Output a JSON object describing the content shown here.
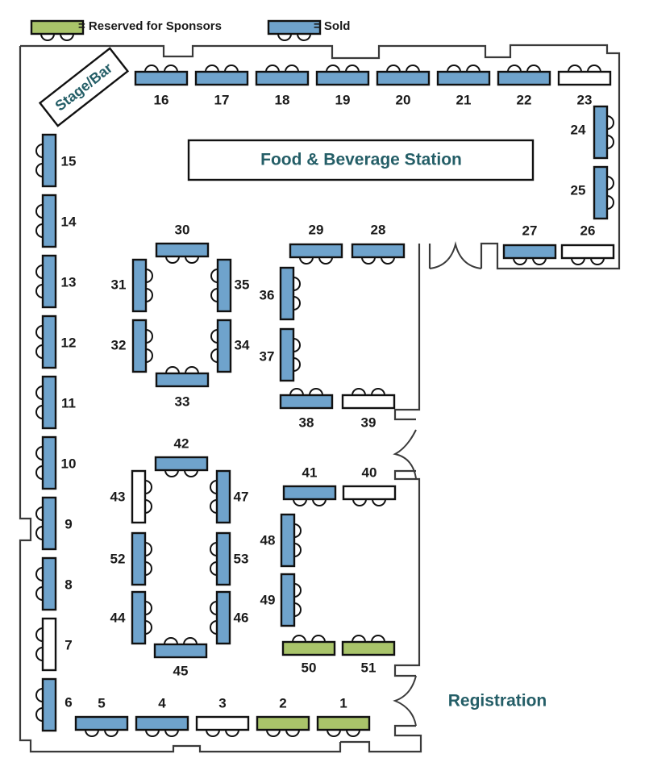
{
  "colors": {
    "sold": "#6fa3cc",
    "sponsor": "#a9c46a",
    "available": "#ffffff",
    "area_text": "#245e67"
  },
  "legend": [
    {
      "status": "sponsor",
      "label": "= Reserved for Sponsors"
    },
    {
      "status": "sold",
      "label": "= Sold"
    }
  ],
  "areas": {
    "stage": "Stage/Bar",
    "food": "Food & Beverage Station",
    "registration": "Registration"
  },
  "tables": [
    {
      "id": "1",
      "status": "sponsor"
    },
    {
      "id": "2",
      "status": "sponsor"
    },
    {
      "id": "3",
      "status": "available"
    },
    {
      "id": "4",
      "status": "sold"
    },
    {
      "id": "5",
      "status": "sold"
    },
    {
      "id": "6",
      "status": "sold"
    },
    {
      "id": "7",
      "status": "available"
    },
    {
      "id": "8",
      "status": "sold"
    },
    {
      "id": "9",
      "status": "sold"
    },
    {
      "id": "10",
      "status": "sold"
    },
    {
      "id": "11",
      "status": "sold"
    },
    {
      "id": "12",
      "status": "sold"
    },
    {
      "id": "13",
      "status": "sold"
    },
    {
      "id": "14",
      "status": "sold"
    },
    {
      "id": "15",
      "status": "sold"
    },
    {
      "id": "16",
      "status": "sold"
    },
    {
      "id": "17",
      "status": "sold"
    },
    {
      "id": "18",
      "status": "sold"
    },
    {
      "id": "19",
      "status": "sold"
    },
    {
      "id": "20",
      "status": "sold"
    },
    {
      "id": "21",
      "status": "sold"
    },
    {
      "id": "22",
      "status": "sold"
    },
    {
      "id": "23",
      "status": "available"
    },
    {
      "id": "24",
      "status": "sold"
    },
    {
      "id": "25",
      "status": "sold"
    },
    {
      "id": "26",
      "status": "available"
    },
    {
      "id": "27",
      "status": "sold"
    },
    {
      "id": "28",
      "status": "sold"
    },
    {
      "id": "29",
      "status": "sold"
    },
    {
      "id": "30",
      "status": "sold"
    },
    {
      "id": "31",
      "status": "sold"
    },
    {
      "id": "32",
      "status": "sold"
    },
    {
      "id": "33",
      "status": "sold"
    },
    {
      "id": "34",
      "status": "sold"
    },
    {
      "id": "35",
      "status": "sold"
    },
    {
      "id": "36",
      "status": "sold"
    },
    {
      "id": "37",
      "status": "sold"
    },
    {
      "id": "38",
      "status": "sold"
    },
    {
      "id": "39",
      "status": "available"
    },
    {
      "id": "40",
      "status": "available"
    },
    {
      "id": "41",
      "status": "sold"
    },
    {
      "id": "42",
      "status": "sold"
    },
    {
      "id": "43",
      "status": "available"
    },
    {
      "id": "44",
      "status": "sold"
    },
    {
      "id": "45",
      "status": "sold"
    },
    {
      "id": "46",
      "status": "sold"
    },
    {
      "id": "47",
      "status": "sold"
    },
    {
      "id": "48",
      "status": "sold"
    },
    {
      "id": "49",
      "status": "sold"
    },
    {
      "id": "50",
      "status": "sponsor"
    },
    {
      "id": "51",
      "status": "sponsor"
    },
    {
      "id": "52",
      "status": "sold"
    },
    {
      "id": "53",
      "status": "sold"
    }
  ]
}
